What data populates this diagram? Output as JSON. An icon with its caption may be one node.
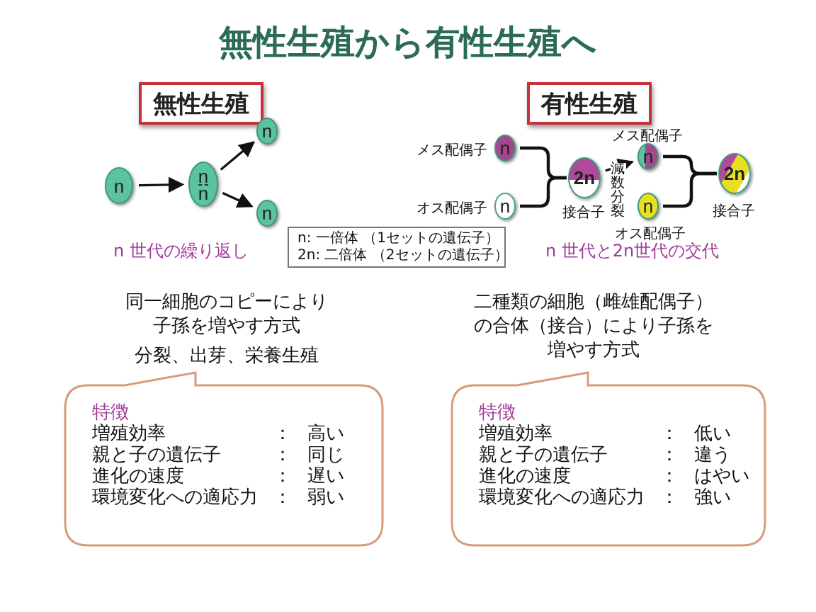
{
  "diagram": {
    "title": "無性生殖から有性生殖へ",
    "nodes": [
      {
        "text": [
          "無性生殖"
        ]
      },
      {
        "text": [
          "有性生殖"
        ]
      },
      {
        "text": [
          "n"
        ]
      },
      {
        "text": [
          "n",
          "n"
        ]
      },
      {
        "text": [
          "n"
        ]
      },
      {
        "text": [
          "n"
        ]
      },
      {
        "text": [
          "n: 一倍体 （1セットの遺伝子）",
          "2n: 二倍体 （2セットの遺伝子）"
        ]
      },
      {
        "text": [
          "n"
        ],
        "beside": [
          "メス配偶子"
        ]
      },
      {
        "text": [
          "n"
        ],
        "beside": [
          "オス配偶子"
        ]
      },
      {
        "text": [
          "2n"
        ],
        "beside": [
          "接合子"
        ]
      },
      {
        "text": [
          "n"
        ],
        "beside": [
          "メス配偶子"
        ]
      },
      {
        "text": [
          "n"
        ],
        "beside": [
          "オス配偶子"
        ]
      },
      {
        "text": [
          "2n"
        ],
        "beside": [
          "接合子"
        ]
      },
      {
        "text": [
          "特徴",
          "増殖効率",
          "：",
          "高い",
          "親と子の遺伝子",
          "：",
          "同じ",
          "進化の速度",
          "：",
          "遅い",
          "環境変化への適応力",
          "：",
          "弱い"
        ]
      },
      {
        "text": [
          "特徴",
          "増殖効率",
          "：",
          "低い",
          "親と子の遺伝子",
          "：",
          "違う",
          "進化の速度",
          "：",
          "はやい",
          "環境変化への適応力",
          "：",
          "強い"
        ]
      }
    ],
    "edges": [
      {
        "from": 2,
        "to": 3,
        "arrow": "to"
      },
      {
        "from": 3,
        "to": 4,
        "arrow": "to"
      },
      {
        "from": 3,
        "to": 5,
        "arrow": "to"
      },
      {
        "from": 7,
        "to": 9,
        "arrow": "none"
      },
      {
        "from": 8,
        "to": 9,
        "arrow": "none"
      },
      {
        "from": 9,
        "to": 10,
        "arrow": "to",
        "label": "減数分裂"
      },
      {
        "from": 10,
        "to": 12,
        "arrow": "none"
      },
      {
        "from": 11,
        "to": 12,
        "arrow": "none"
      }
    ],
    "labels": [
      "n 世代の繰り返し",
      "n 世代と2n世代の交代",
      "同一細胞のコピーにより子孫を増やす方式",
      "分裂、出芽、栄養生殖",
      "二種類の細胞（雌雄配偶子）の合体（接合）により子孫を増やす方式"
    ]
  }
}
